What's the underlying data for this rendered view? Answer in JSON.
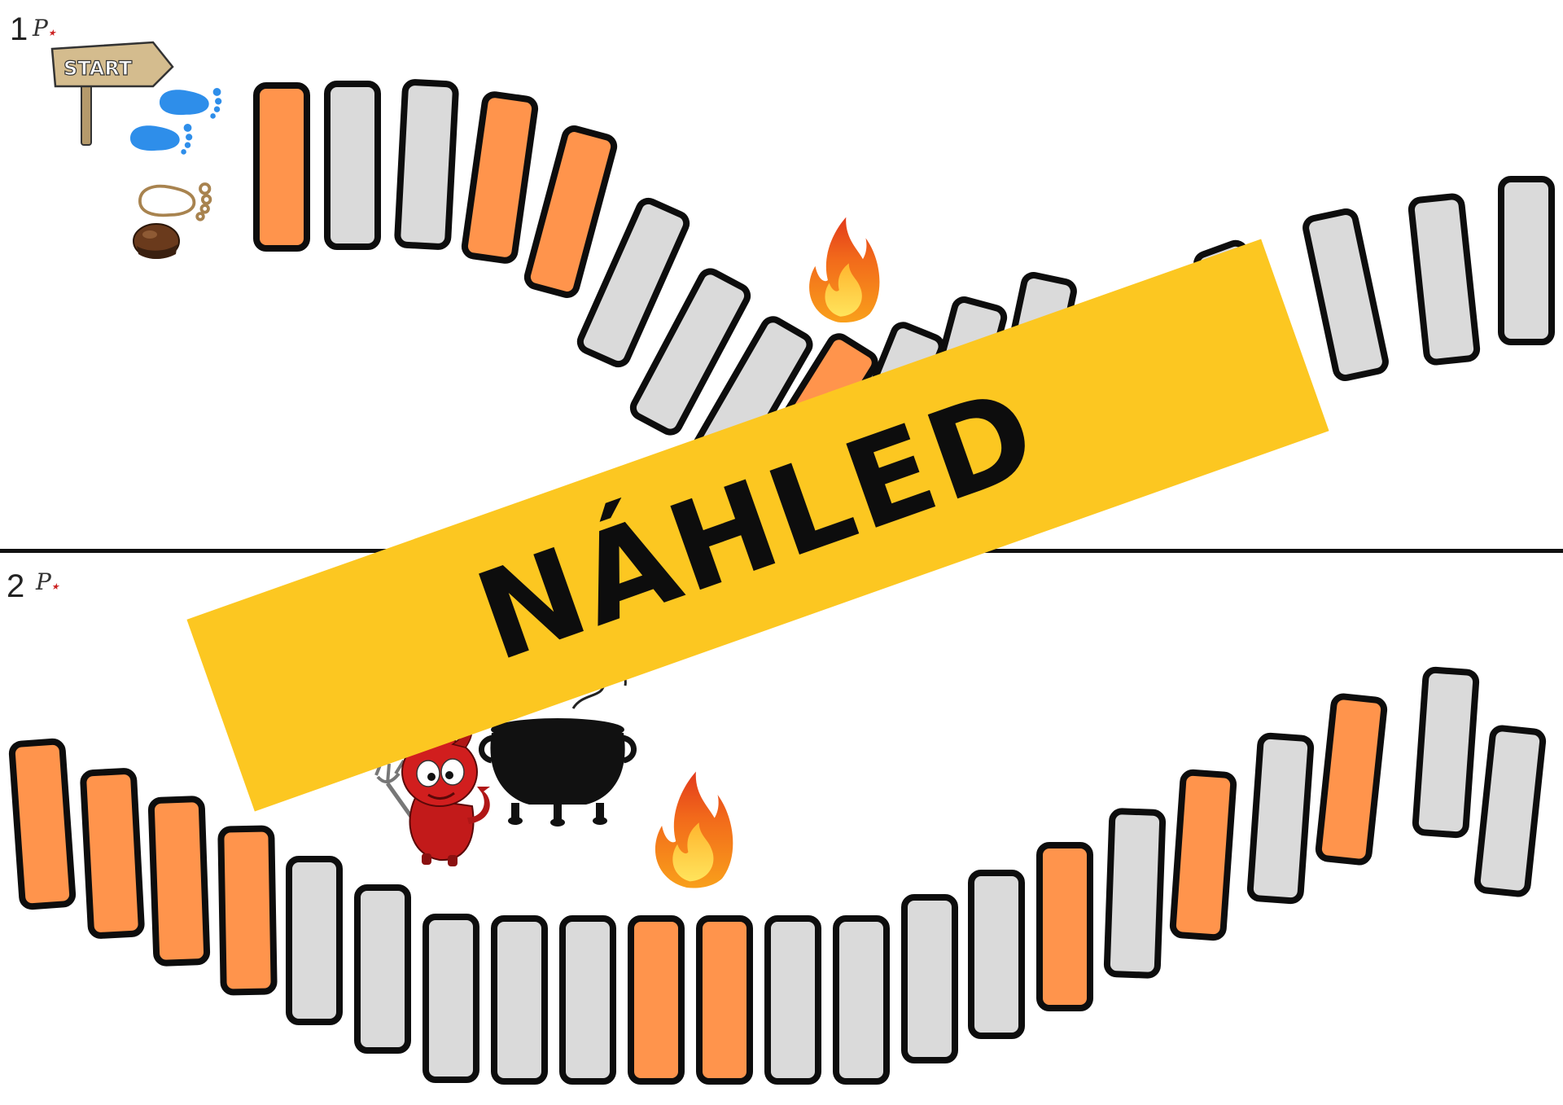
{
  "board": {
    "panel_1_label": "1",
    "panel_2_label": "2",
    "start_sign": "START",
    "watermark": "NÁHLED",
    "colors": {
      "orange": "#FF944C",
      "gray": "#DADADA",
      "outline": "#0d0d0d",
      "banner": "#FCC721",
      "foot_blue": "#2E8EEA",
      "foot_brown": "#A8834F"
    },
    "icons": [
      "start-signpost-icon",
      "blue-footprints-icon",
      "brown-footprints-icon",
      "chestnut-icon",
      "fire-icon",
      "devil-icon",
      "cauldron-icon"
    ],
    "path_1_colors": [
      "orange",
      "gray",
      "gray",
      "orange",
      "orange",
      "gray",
      "gray",
      "gray",
      "orange",
      "gray",
      "gray",
      "gray",
      "gray",
      "gray",
      "gray",
      "gray"
    ],
    "path_2_colors": [
      "orange",
      "orange",
      "orange",
      "orange",
      "gray",
      "gray",
      "gray",
      "gray",
      "gray",
      "orange",
      "orange",
      "gray",
      "gray",
      "gray",
      "gray",
      "orange",
      "gray",
      "orange",
      "gray",
      "orange",
      "gray",
      "gray"
    ]
  }
}
